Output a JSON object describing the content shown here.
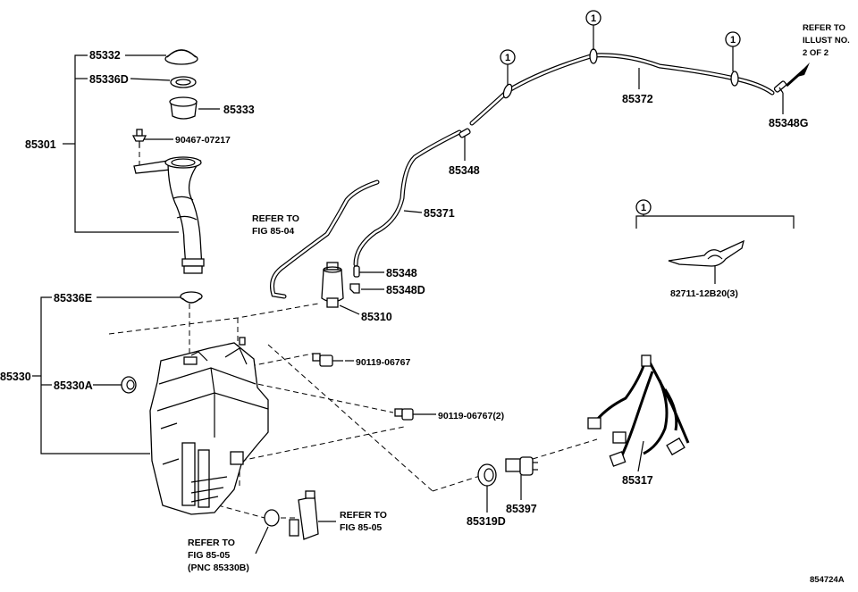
{
  "labels": {
    "p85332": "85332",
    "p85336D": "85336D",
    "p85333": "85333",
    "p90467": "90467-07217",
    "p85301": "85301",
    "p85336E": "85336E",
    "p85330": "85330",
    "p85330A": "85330A",
    "p85371": "85371",
    "p85372": "85372",
    "p85348_top": "85348",
    "p85348_mid": "85348",
    "p85348D": "85348D",
    "p85348G": "85348G",
    "p85310": "85310",
    "p90119_a": "90119-06767",
    "p90119_b": "90119-06767(2)",
    "p85317": "85317",
    "p85397": "85397",
    "p85319D": "85319D",
    "p82711": "82711-12B20(3)",
    "diagram_id": "854724A"
  },
  "refs": {
    "fig8504_l1": "REFER TO",
    "fig8504_l2": "FIG 85-04",
    "illust_l1": "REFER TO",
    "illust_l2": "ILLUST NO.",
    "illust_l3": "2 OF 2",
    "fig8505r_l1": "REFER TO",
    "fig8505r_l2": "FIG 85-05",
    "fig8505b_l1": "REFER TO",
    "fig8505b_l2": "FIG 85-05",
    "fig8505b_l3": "(PNC 85330B)"
  },
  "callouts": {
    "c1": "1",
    "c2": "1",
    "c3": "1",
    "c4": "1"
  }
}
